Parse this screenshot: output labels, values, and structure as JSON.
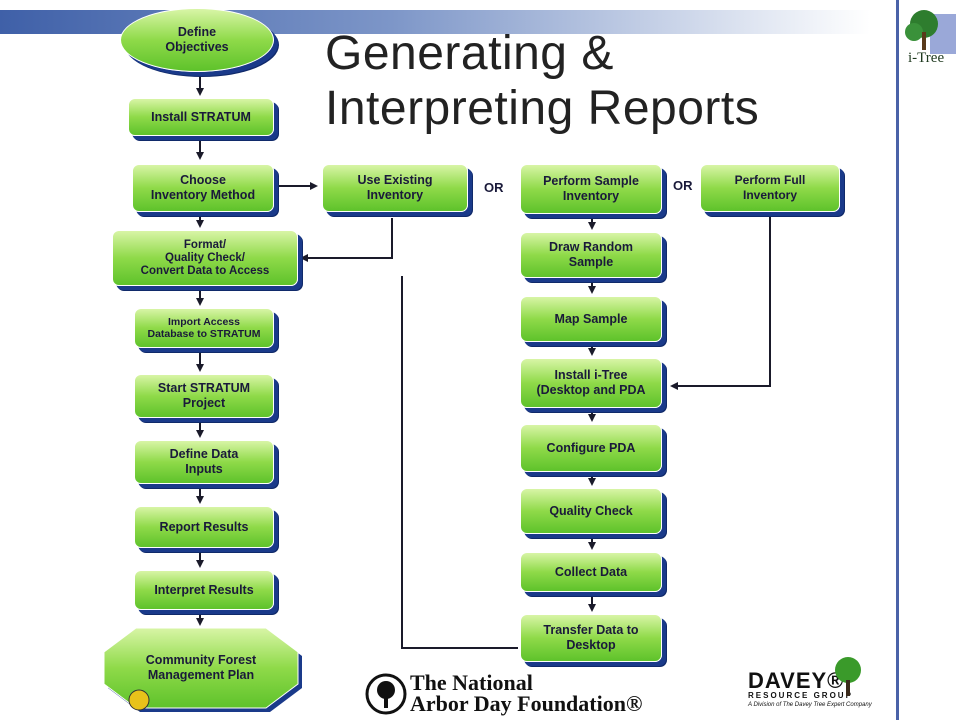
{
  "title": "Generating &\nInterpreting Reports",
  "or_labels": [
    "OR",
    "OR"
  ],
  "left_column": [
    "Define\nObjectives",
    "Install STRATUM",
    "Choose\nInventory Method",
    "Format/\nQuality Check/\nConvert Data  to Access",
    "Import Access\nDatabase to STRATUM",
    "Start STRATUM\nProject",
    "Define Data\nInputs",
    "Report Results",
    "Interpret Results",
    "Community Forest\nManagement Plan"
  ],
  "use_existing": "Use Existing\nInventory",
  "sample_column": [
    "Perform Sample\nInventory",
    "Draw Random\nSample",
    "Map Sample",
    "Install i-Tree\n(Desktop and PDA",
    "Configure  PDA",
    "Quality Check",
    "Collect Data",
    "Transfer Data to\nDesktop"
  ],
  "full_inventory": "Perform Full\nInventory",
  "logos": {
    "itree": "i-Tree",
    "arbor_day": "The National\nArbor Day Foundation®",
    "davey": "DAVEY®",
    "davey_sub": "RESOURCE GROUP",
    "davey_tagline": "A Division of The Davey Tree Expert Company"
  },
  "colors": {
    "box_fill": "#8fda49",
    "box_shadow": "#1a3a8a",
    "title_bar": "#3f60a8",
    "connector": "#1a1a2a"
  }
}
